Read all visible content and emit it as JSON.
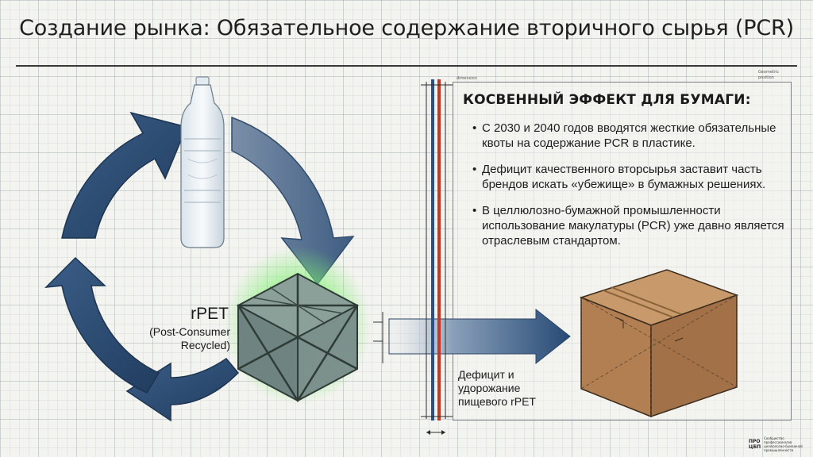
{
  "title": "Создание рынка: Обязательное содержание вторичного сырья (PCR)",
  "cycle": {
    "label": "rPET",
    "sublabel_line1": "(Post-Consumer",
    "sublabel_line2": "Recycled)"
  },
  "flow_caption": {
    "line1": "Дефицит и",
    "line2": "удорожание",
    "line3": "пищевого rPET"
  },
  "panel": {
    "heading": "КОСВЕННЫЙ ЭФФЕКТ ДЛЯ БУМАГИ:",
    "bullets": [
      "С 2030 и 2040 годов вводятся жесткие обязательные квоты на содержание PCR в пластике.",
      "Дефицит качественного вторсырья заставит часть брендов искать «убежище» в бумажных решениях.",
      "В целлюлозно-бумажной промышленности использование макулатуры (PCR) уже давно является отраслевым стандартом."
    ],
    "corner_label_1": "Geometric",
    "corner_label_2": "position",
    "side_label": "dimension"
  },
  "logo": {
    "mark_line1": "ПРО",
    "mark_line2": "ЦБП",
    "text": "Сообщество профессионалов целлюлозно-бумажной промышленности"
  },
  "colors": {
    "arrow_dark": "#2b4a6f",
    "arrow_light": "#5c7694",
    "divider_blue": "#2d4f86",
    "divider_red": "#c0392b",
    "box_cardboard": "#b9875a",
    "cube_glow": "#5fe05a"
  }
}
